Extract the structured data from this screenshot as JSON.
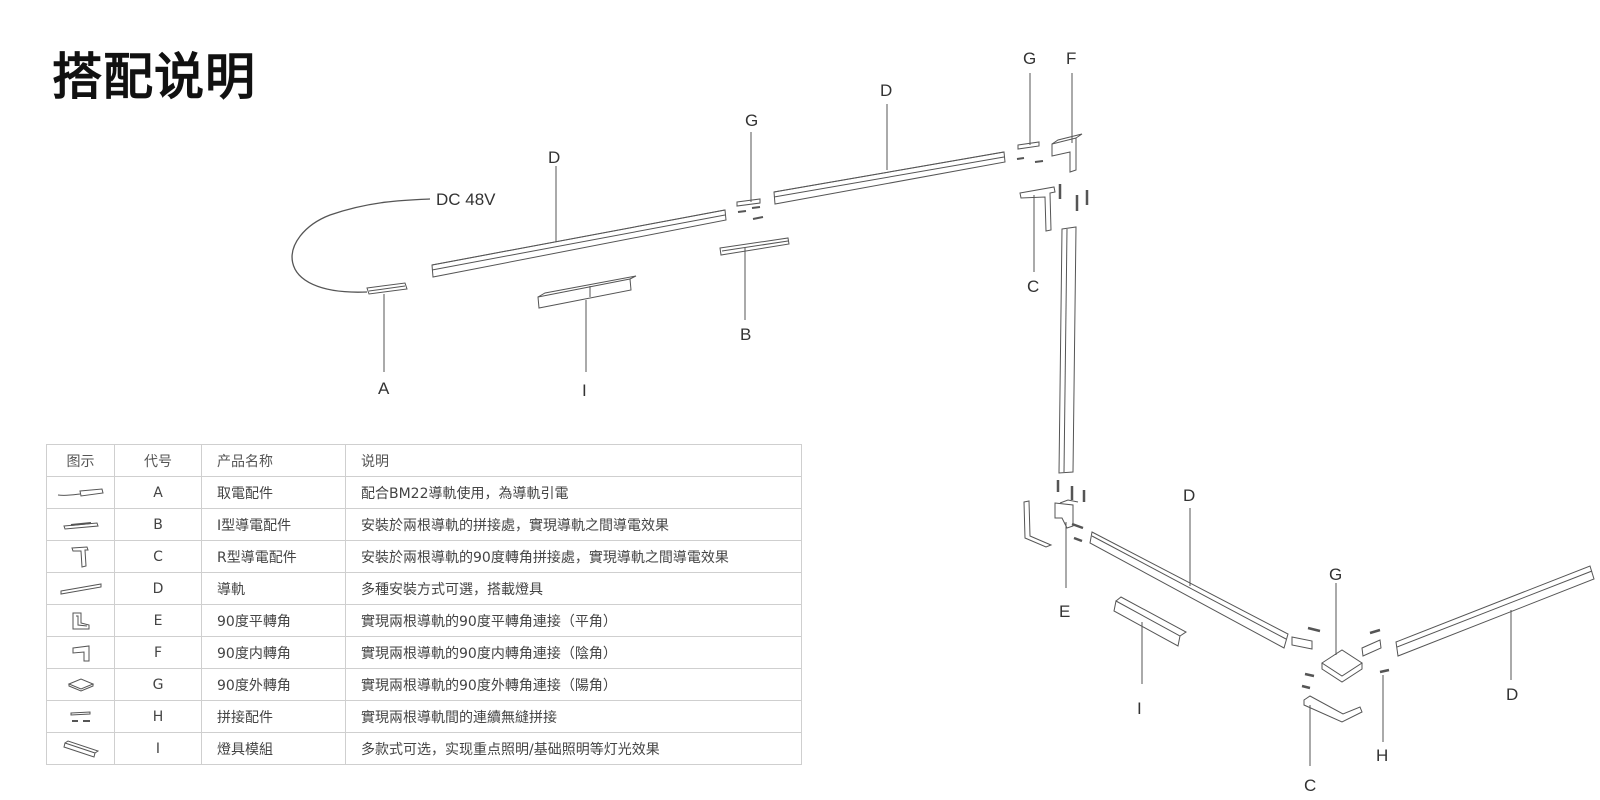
{
  "title": "搭配说明",
  "diagram": {
    "power_label": "DC 48V",
    "callouts": [
      "A",
      "I",
      "D",
      "G",
      "B",
      "D",
      "G",
      "F",
      "C",
      "D",
      "E",
      "I",
      "G",
      "C",
      "H",
      "D"
    ]
  },
  "table": {
    "headers": [
      "图示",
      "代号",
      "产品名称",
      "说明"
    ],
    "rows": [
      {
        "icon": "power-connector-icon",
        "code": "A",
        "name": "取電配件",
        "desc": "配合BM22導軌使用，為導軌引電"
      },
      {
        "icon": "i-connector-icon",
        "code": "B",
        "name": "I型導電配件",
        "desc": "安裝於兩根導軌的拼接處，實現導軌之間導電效果"
      },
      {
        "icon": "r-connector-icon",
        "code": "C",
        "name": "R型導電配件",
        "desc": "安裝於兩根導軌的90度轉角拼接處，實現導軌之間導電效果"
      },
      {
        "icon": "rail-icon",
        "code": "D",
        "name": "導軌",
        "desc": "多種安裝方式可選，搭載燈具"
      },
      {
        "icon": "flat-corner-icon",
        "code": "E",
        "name": "90度平轉角",
        "desc": "實現兩根導軌的90度平轉角連接（平角）"
      },
      {
        "icon": "inner-corner-icon",
        "code": "F",
        "name": "90度内轉角",
        "desc": "實現兩根導軌的90度内轉角連接（陰角）"
      },
      {
        "icon": "outer-corner-icon",
        "code": "G",
        "name": "90度外轉角",
        "desc": "實現兩根導軌的90度外轉角連接（陽角）"
      },
      {
        "icon": "splice-connector-icon",
        "code": "H",
        "name": "拼接配件",
        "desc": "實現兩根導軌間的連續無縫拼接"
      },
      {
        "icon": "light-module-icon",
        "code": "I",
        "name": "燈具模組",
        "desc": "多款式可选，实现重点照明/基础照明等灯光效果"
      }
    ]
  }
}
